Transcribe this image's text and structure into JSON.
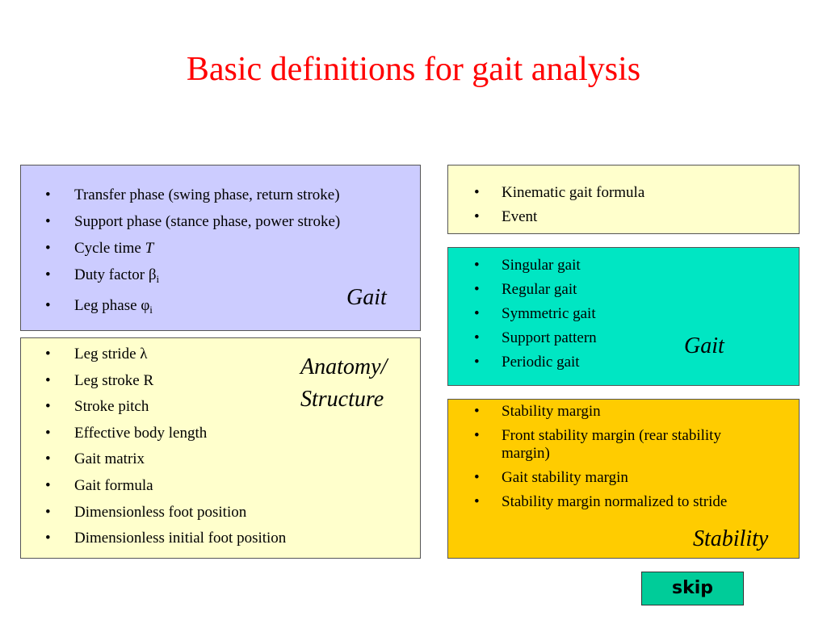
{
  "title": "Basic definitions for gait analysis",
  "boxes": {
    "gait_left": {
      "label": "Gait",
      "items": [
        "Transfer phase (swing phase, return stroke)",
        "Support phase (stance phase, power stroke)",
        "Cycle time ",
        "Duty factor ",
        "Leg phase "
      ],
      "symbols": {
        "cycle_time": "T",
        "duty_factor": "β",
        "duty_factor_sub": "i",
        "leg_phase": "φ",
        "leg_phase_sub": "i"
      }
    },
    "anatomy": {
      "label_line1": "Anatomy/",
      "label_line2": "Structure",
      "items": [
        "Leg stride λ",
        "Leg stroke R",
        "Stroke pitch",
        "Effective body length",
        "Gait matrix",
        "Gait formula",
        "Dimensionless foot position",
        "Dimensionless initial foot position"
      ]
    },
    "kinematic": {
      "items": [
        "Kinematic gait formula",
        "Event"
      ]
    },
    "gait_right": {
      "label": "Gait",
      "items": [
        "Singular gait",
        "Regular gait",
        "Symmetric gait",
        "Support pattern",
        "Periodic gait"
      ]
    },
    "stability": {
      "label": "Stability",
      "items": [
        "Stability margin",
        "Front stability margin (rear stability margin)",
        "Gait stability margin",
        "Stability margin normalized to stride"
      ]
    }
  },
  "skip_button": {
    "label": "skip"
  },
  "colors": {
    "title": "#ff0000",
    "gait_left_bg": "#ccccff",
    "anatomy_bg": "#ffffcc",
    "kinematic_bg": "#ffffcc",
    "gait_right_bg": "#00e6c3",
    "stability_bg": "#ffcc00",
    "skip_bg": "#00cc99"
  }
}
